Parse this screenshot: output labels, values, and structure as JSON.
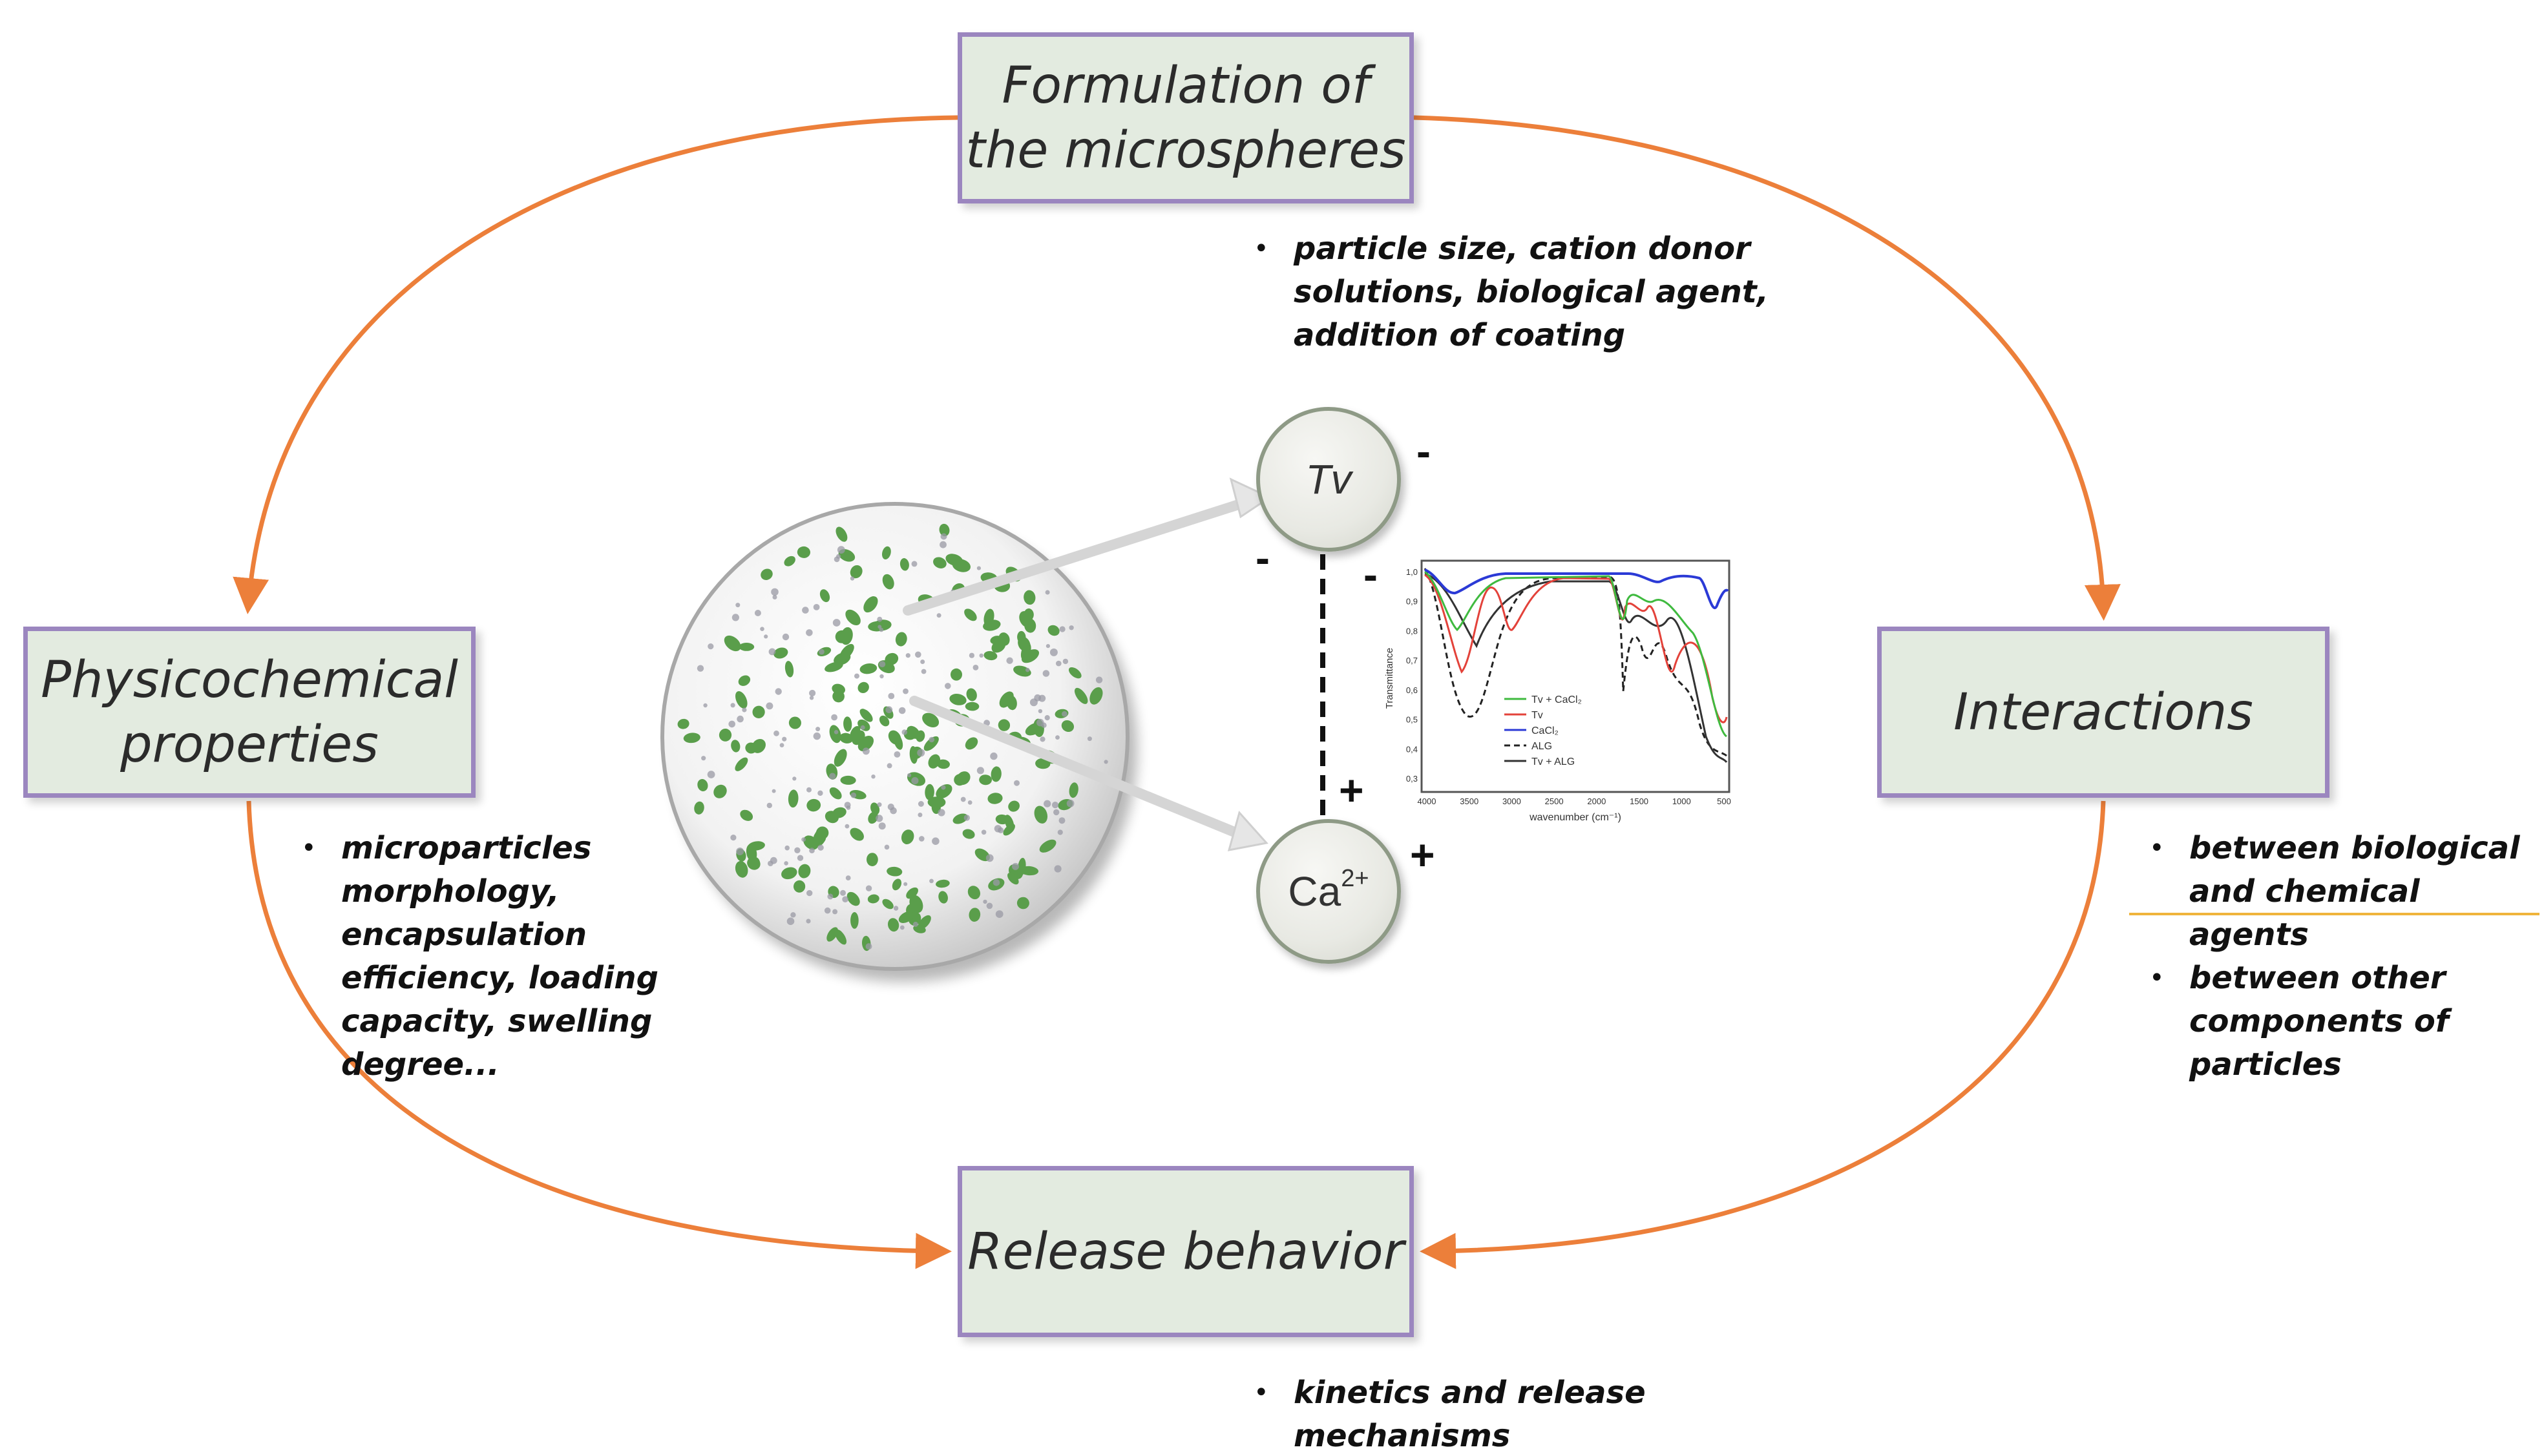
{
  "boxes": {
    "formulation": {
      "title_line1": "Formulation of",
      "title_line2": "the microspheres"
    },
    "physicochemical": {
      "title_line1": "Physicochemical",
      "title_line2": "properties"
    },
    "interactions": {
      "title": "Interactions"
    },
    "release": {
      "title": "Release behavior"
    }
  },
  "notes": {
    "formulation": [
      "particle size, cation donor",
      "solutions, biological agent,",
      "addition of coating"
    ],
    "physicochemical": [
      "microparticles",
      "morphology,",
      "encapsulation",
      "efficiency, loading",
      "capacity, swelling",
      "degree..."
    ],
    "interactions": [
      [
        "between biological",
        "and chemical agents"
      ],
      [
        "between other",
        "components of",
        "particles"
      ]
    ],
    "release": [
      "kinetics and release",
      "mechanisms"
    ]
  },
  "ions": {
    "tv": "Tv",
    "ca": "Ca",
    "ca_charge": "2+",
    "charges": {
      "tv_right": "-",
      "link_left": "-",
      "link_right": "-",
      "link_plus": "+",
      "ca_right": "+"
    }
  },
  "ftir": {
    "ylabel": "Transmittance",
    "xlabel": "wavenumber (cm⁻¹)",
    "yticks": [
      "1,0",
      "0,9",
      "0,8",
      "0,7",
      "0,6",
      "0,5",
      "0,4",
      "0,3"
    ],
    "xticks": [
      "4000",
      "3500",
      "3000",
      "2500",
      "2000",
      "1500",
      "1000",
      "500"
    ],
    "legend": [
      "Tv + CaCl₂",
      "Tv",
      "CaCl₂",
      "ALG",
      "Tv + ALG"
    ]
  },
  "colors": {
    "arrow": "#ec7f3a",
    "box_fill": "#e3ebe0",
    "box_border": "#9b86bf",
    "particle": "#5a9e4b",
    "separator": "#f0b43c"
  }
}
